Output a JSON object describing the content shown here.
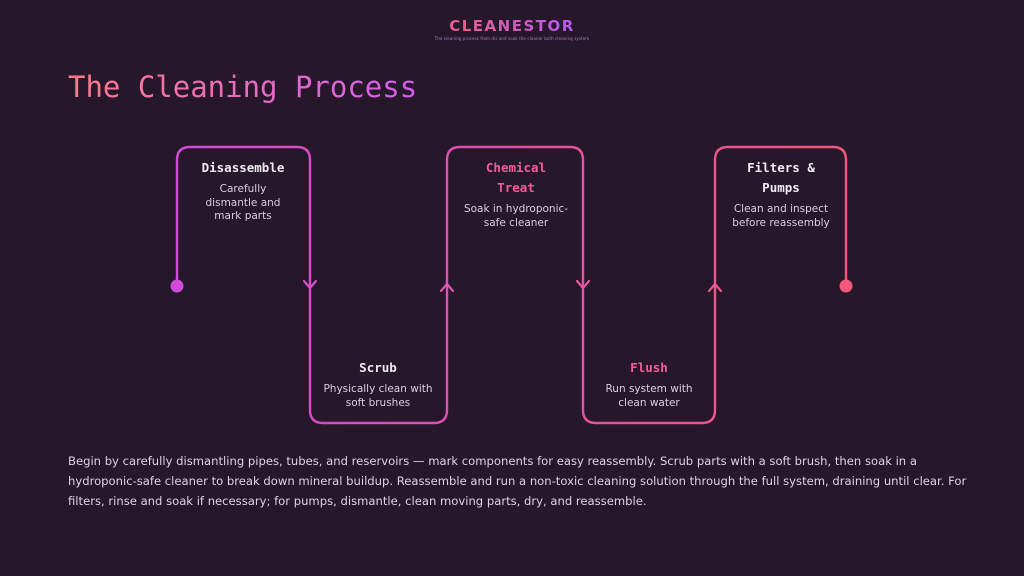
{
  "brand": {
    "name": "CLEANESTOR",
    "tagline": "The cleaning process from dis and soak the cleaner both cleaning system"
  },
  "title": "The Cleaning Process",
  "steps": [
    {
      "title": "Disassemble",
      "desc": "Carefully dismantle and mark parts"
    },
    {
      "title": "Scrub",
      "desc": "Physically clean with soft brushes"
    },
    {
      "title": "Chemical Treat",
      "desc": "Soak in hydroponic-safe cleaner"
    },
    {
      "title": "Flush",
      "desc": "Run system with clean water"
    },
    {
      "title": "Filters & Pumps",
      "desc": "Clean and inspect before reassembly"
    }
  ],
  "summary": "Begin by carefully dismantling pipes, tubes, and reservoirs — mark components for easy reassembly. Scrub parts with a soft brush, then soak in a hydroponic-safe cleaner to break down mineral buildup. Reassemble and run a non-toxic cleaning solution through the full system, draining until clear. For filters, rinse and soak if necessary; for pumps, dismantle, clean moving parts, dry, and reassemble.",
  "colors": {
    "background": "#26172b",
    "line_start": "#d14ad8",
    "line_end": "#f2587a",
    "accent_text": "#f25c9a"
  }
}
